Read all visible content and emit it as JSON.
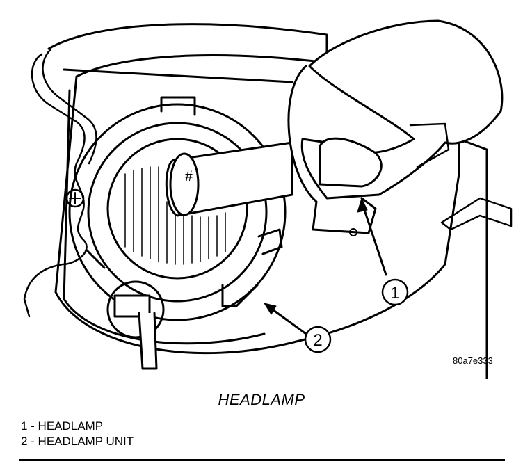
{
  "figure": {
    "id_label": "80a7e333",
    "callouts": [
      "1",
      "2"
    ],
    "bulb_marking": "#"
  },
  "caption": "HEADLAMP",
  "legend": [
    "1 - HEADLAMP",
    "2 - HEADLAMP UNIT"
  ]
}
